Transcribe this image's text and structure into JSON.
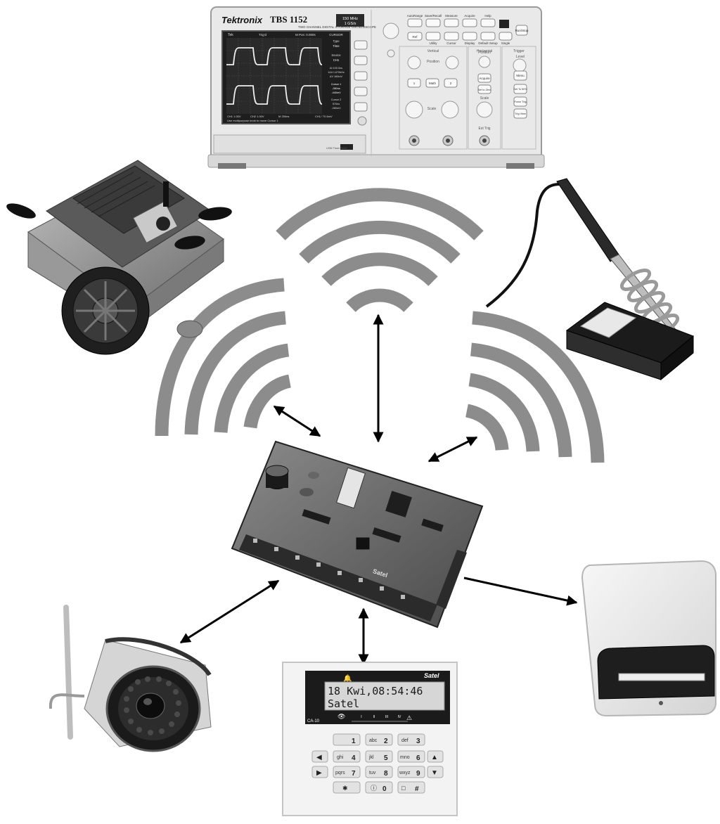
{
  "colors": {
    "waves": "#8c8c8c",
    "arrows": "#000000",
    "background": "#ffffff"
  },
  "oscilloscope": {
    "brand": "Tektronix",
    "model": "TBS 1152",
    "subtitle": "TWO CHANNEL DIGITAL STORAGE OSCILLOSCOPE",
    "bandwidth": "150 MHz",
    "sample_rate": "1 GS/s",
    "screen": {
      "top_left": "Tek",
      "trig": "Trig'd",
      "timebase_top": "M Pos: 0.000s",
      "menu_title": "CURSOR",
      "type_label": "Type",
      "type_value": "Time",
      "source_label": "Source",
      "source_value": "CH1",
      "delta_t": "Δt 100.0ns",
      "inv_delta_t": "1/Δt 1.670kHz",
      "delta_v": "ΔV 160mV",
      "cursor1_label": "Cursor 1",
      "cursor1_t": "-360ns",
      "cursor1_v": "-440mV",
      "cursor2_label": "Cursor 2",
      "cursor2_t": "570ns",
      "cursor2_v": "-280mV",
      "ch1_scale": "CH1 1.00V",
      "ch2_scale": "CH2 1.00V",
      "timebase": "M 250ns",
      "trigger": "CH1 ∕ 70.5mV",
      "status": "Use multipurpose knob to move Cursor 1"
    },
    "buttons": [
      "AutoRange",
      "Save/Recall",
      "Measure",
      "Acquire",
      "Help",
      "Ref",
      "Utility",
      "Cursor",
      "Display",
      "Default Setup",
      "Single",
      "Run/Stop"
    ],
    "sections": [
      "Vertical",
      "Horizontal",
      "Trigger"
    ],
    "knob_labels": [
      "Position",
      "Position",
      "Level",
      "Scale",
      "Scale"
    ],
    "vertical_buttons": [
      "1",
      "Math",
      "2"
    ],
    "side_buttons": [
      "Menu",
      "Set To 50%",
      "Force Trig",
      "Trig View"
    ],
    "horizontal_buttons": [
      "Acquire",
      "Set to Zero"
    ],
    "bottom_labels": [
      "Ext Trig",
      "USB Flash Drive"
    ]
  },
  "robot": {
    "label": ""
  },
  "soldering_iron": {
    "label": ""
  },
  "control_panel": {
    "brand": "Satel"
  },
  "camera": {
    "label": ""
  },
  "keypad": {
    "brand": "Satel",
    "model": "CA-10",
    "lcd_line1": "18 Kwi,08:54:46",
    "lcd_line2": "Satel",
    "zone_indicators": [
      "I",
      "II",
      "III",
      "IV"
    ],
    "keys": [
      {
        "letters": "",
        "digit": "1"
      },
      {
        "letters": "abc",
        "digit": "2"
      },
      {
        "letters": "def",
        "digit": "3"
      },
      {
        "letters": "ghi",
        "digit": "4"
      },
      {
        "letters": "jkl",
        "digit": "5"
      },
      {
        "letters": "mno",
        "digit": "6"
      },
      {
        "letters": "pqrs",
        "digit": "7"
      },
      {
        "letters": "tuv",
        "digit": "8"
      },
      {
        "letters": "wxyz",
        "digit": "9"
      },
      {
        "letters": "✱",
        "digit": ""
      },
      {
        "letters": "ⓘ",
        "digit": "0"
      },
      {
        "letters": "□",
        "digit": "#"
      }
    ]
  },
  "siren": {
    "label": ""
  },
  "connections": [
    {
      "from": "control-panel",
      "to": "wifi-left",
      "type": "bidirectional"
    },
    {
      "from": "control-panel",
      "to": "wifi-top",
      "type": "bidirectional"
    },
    {
      "from": "control-panel",
      "to": "wifi-right",
      "type": "bidirectional"
    },
    {
      "from": "control-panel",
      "to": "camera",
      "type": "bidirectional"
    },
    {
      "from": "control-panel",
      "to": "keypad",
      "type": "bidirectional"
    },
    {
      "from": "control-panel",
      "to": "siren",
      "type": "unidirectional"
    }
  ]
}
